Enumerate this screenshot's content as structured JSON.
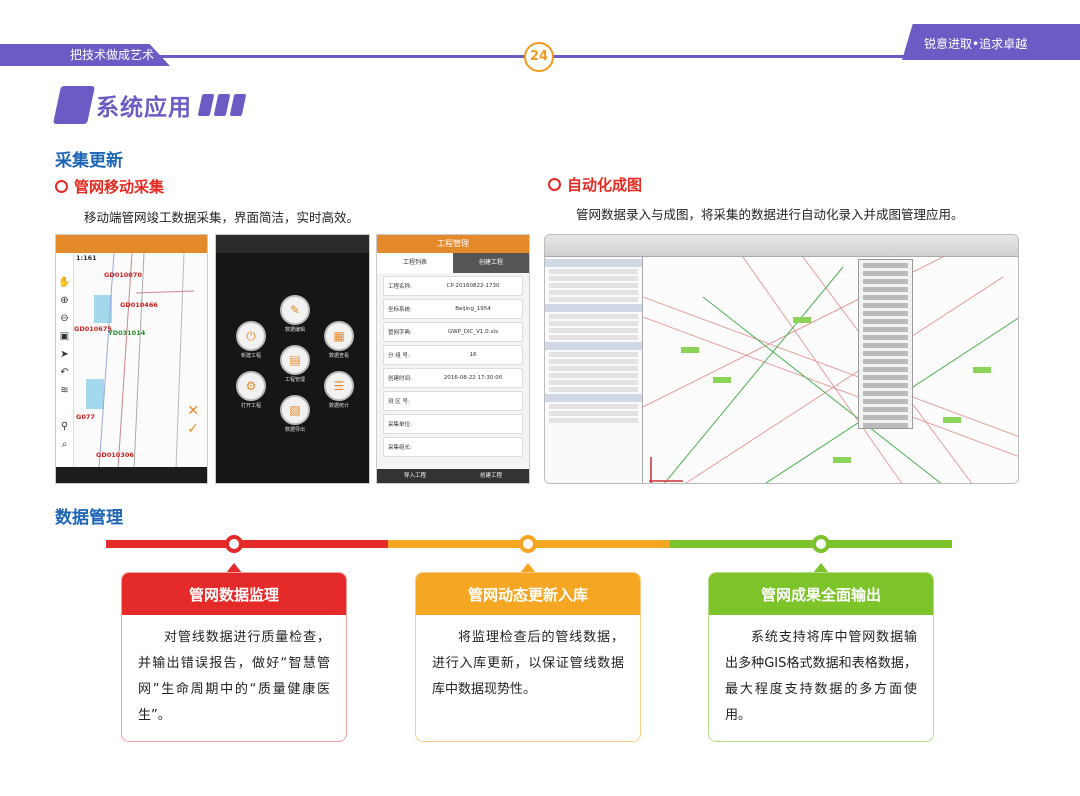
{
  "header": {
    "left_tag": "把技术做成艺术",
    "right_tag": "锐意进取•追求卓越",
    "page_number": "24"
  },
  "banner": {
    "title": "系统应用"
  },
  "collect": {
    "heading": "采集更新",
    "mobile": {
      "title": "管网移动采集",
      "description": "移动端管网竣工数据采集，界面简洁，实时高效。"
    },
    "auto": {
      "title": "自动化成图",
      "description": "管网数据录入与成图，将采集的数据进行自动化录入并成图管理应用。"
    }
  },
  "screens": {
    "phone1": {
      "scale": "1:161",
      "labels": [
        "GD010070",
        "GD010466",
        "GD010675",
        "YD031014",
        "G077",
        "GD010306"
      ]
    },
    "phone2": {
      "menu": [
        "新建工程",
        "数据编辑",
        "工程管理",
        "数据查看",
        "数据统计",
        "数据导出",
        "打开工程"
      ]
    },
    "phone3": {
      "title": "工程管理",
      "tabs": [
        "工程列表",
        "创建工程"
      ],
      "rows": [
        {
          "label": "工程名称:",
          "value": "CP-20160822-1730"
        },
        {
          "label": "坐标系统:",
          "value": "Beijing_1954"
        },
        {
          "label": "管网字典:",
          "value": "GWP_DIC_V1.0.xls"
        },
        {
          "label": "分 组 号:",
          "value": "16"
        },
        {
          "label": "创建时间:",
          "value": "2016-08-22 17:30:00"
        },
        {
          "label": "测 区 号:",
          "value": ""
        },
        {
          "label": "采集单位:",
          "value": ""
        },
        {
          "label": "采集组长:",
          "value": ""
        }
      ],
      "buttons": [
        "导入工程",
        "创建工程"
      ]
    }
  },
  "data_management": {
    "heading": "数据管理",
    "cards": [
      {
        "title": "管网数据监理",
        "text": "对管线数据进行质量检查，并输出错误报告，做好“智慧管网”生命周期中的“质量健康医生”。"
      },
      {
        "title": "管网动态更新入库",
        "text": "将监理检查后的管线数据，进行入库更新，以保证管线数据库中数据现势性。"
      },
      {
        "title": "管网成果全面输出",
        "text": "系统支持将库中管网数据输出多种GIS格式数据和表格数据，最大程度支持数据的多方面使用。"
      }
    ]
  },
  "colors": {
    "brand_purple": "#6a5cc4",
    "heading_blue": "#1e66b5",
    "accent_red": "#e52a22",
    "stage_red": "#e52a2a",
    "stage_orange": "#f5a623",
    "stage_green": "#7dc42b"
  }
}
